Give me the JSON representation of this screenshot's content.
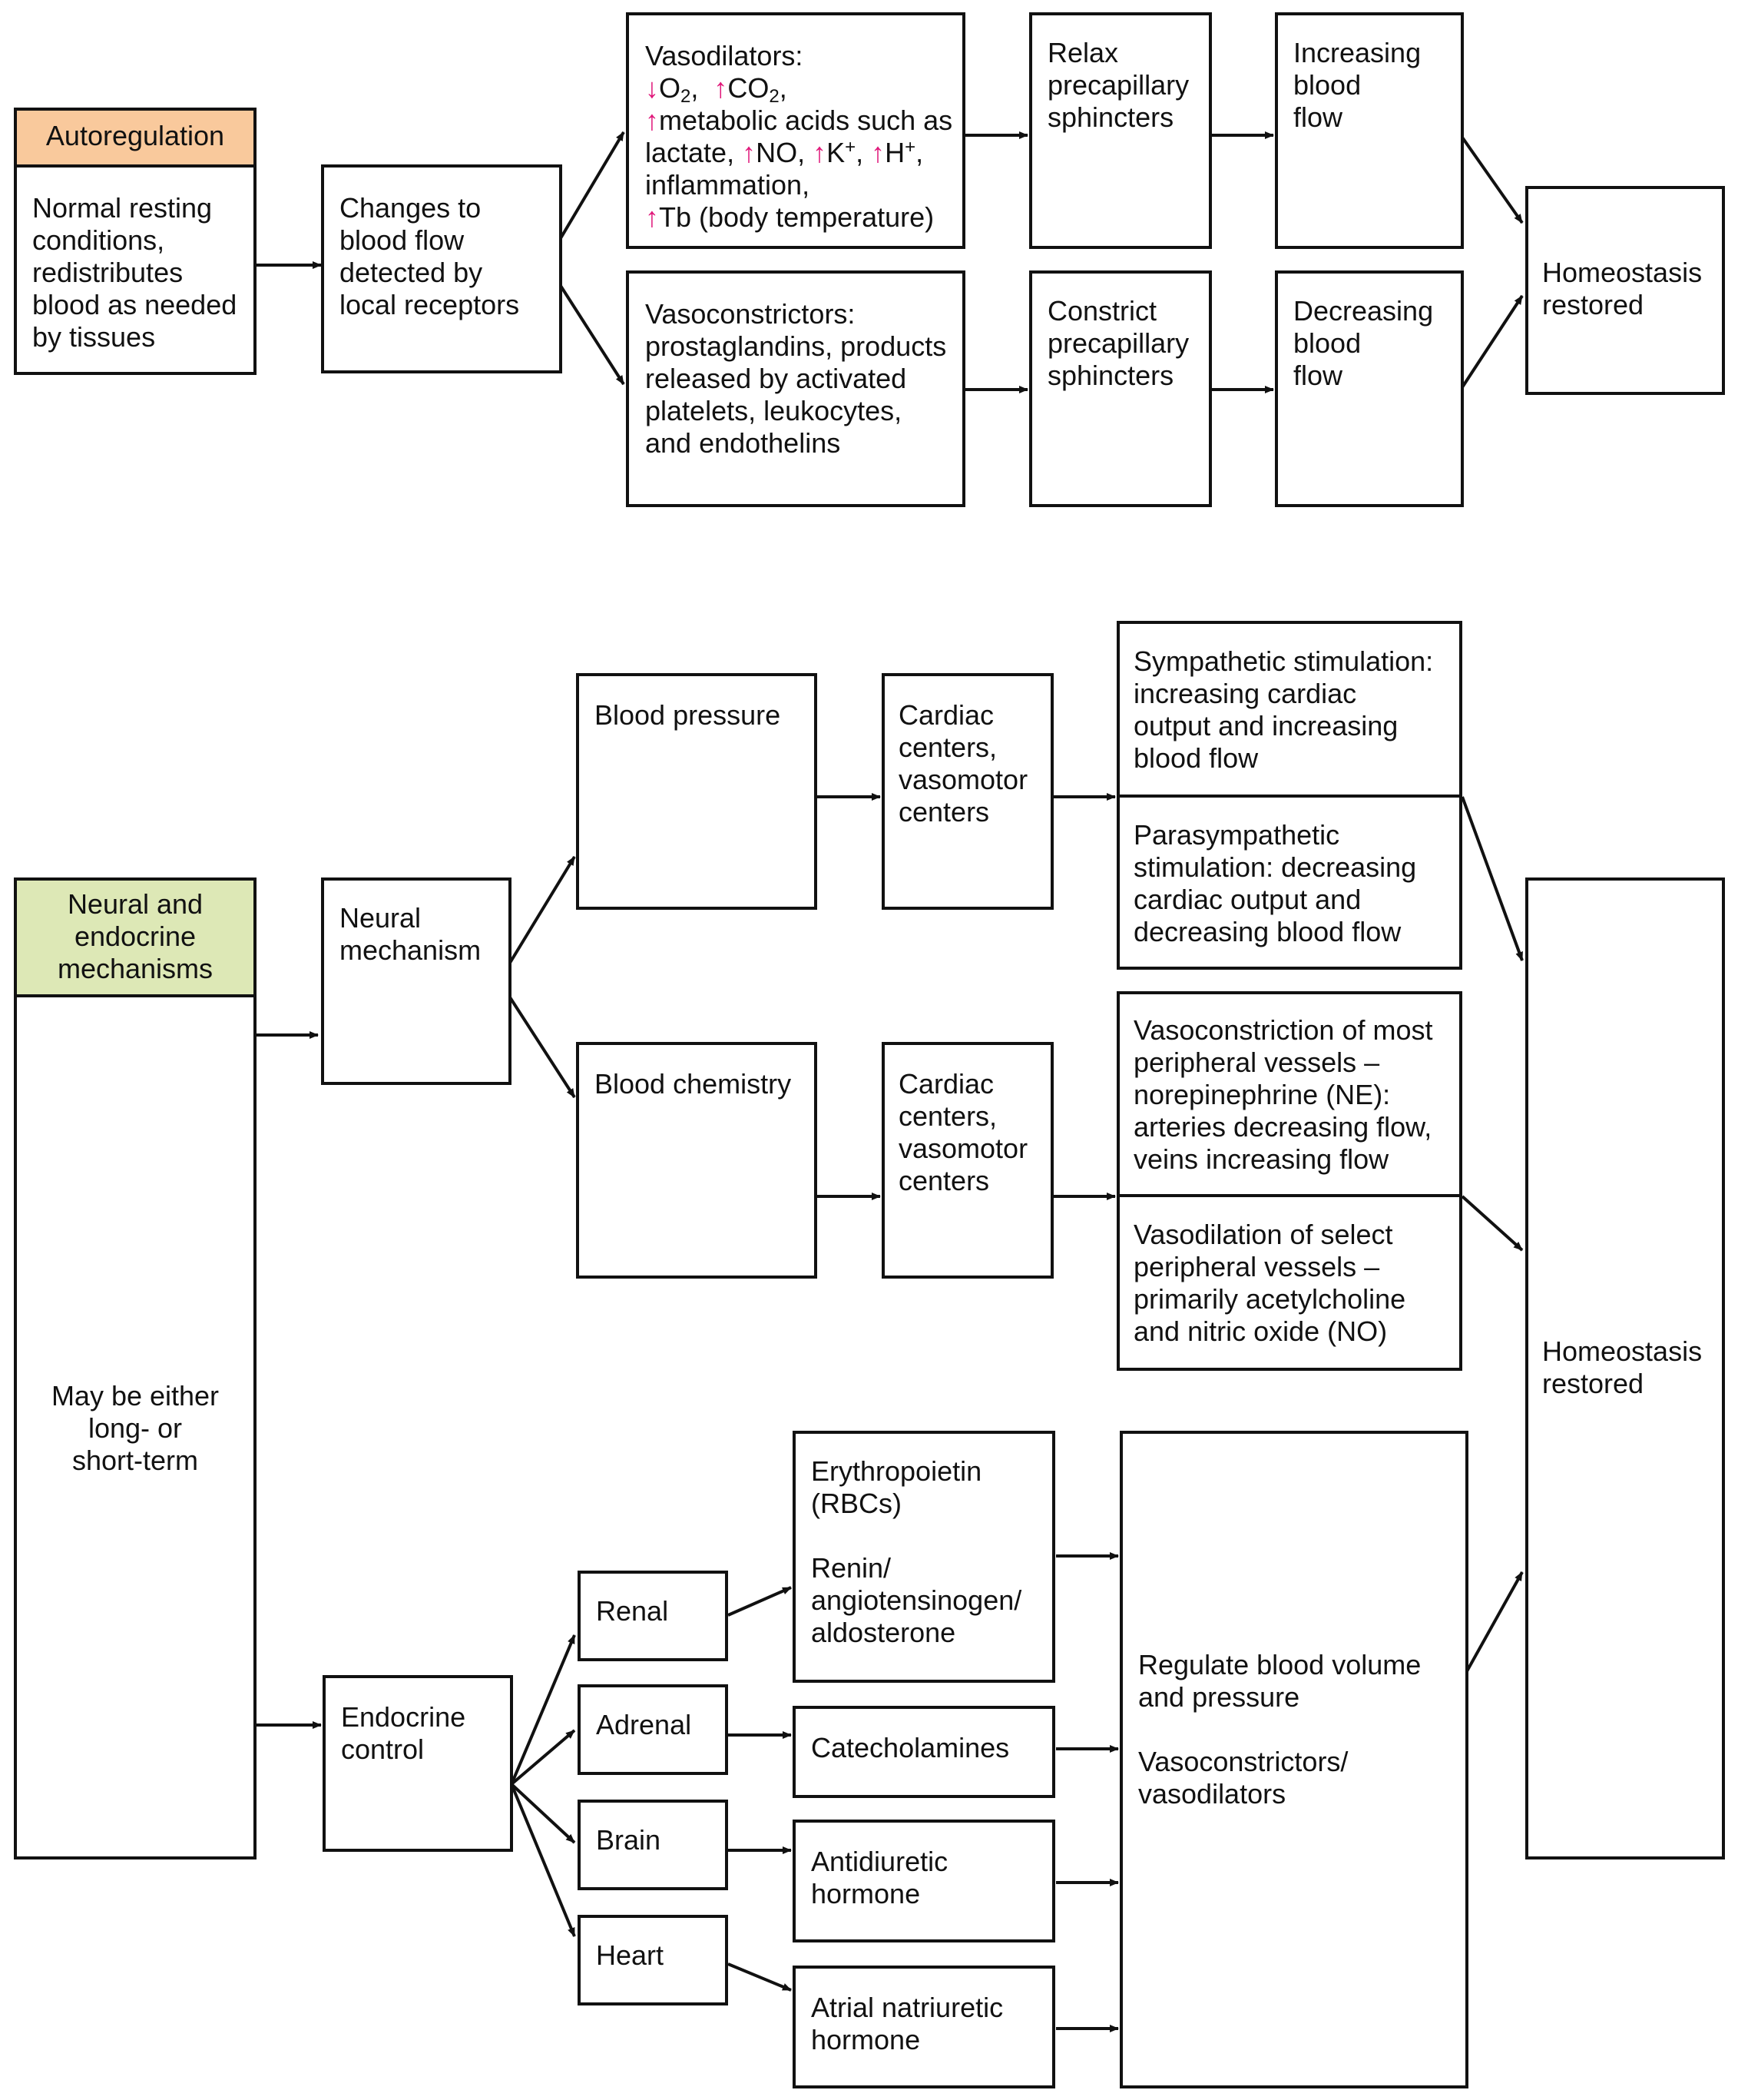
{
  "colors": {
    "autoregulation_header": "#f9c99c",
    "neural_header": "#dde8b6",
    "arrow_marker": "#e0187a",
    "line": "#111111"
  },
  "autoregulation": {
    "header": "Autoregulation",
    "description": "Normal resting\nconditions,\nredistributes\nblood as needed\nby tissues",
    "detect": "Changes to\nblood flow\ndetected by\nlocal receptors",
    "vasodilators": {
      "line1": "Vasodilators:",
      "o2": "O",
      "o2_sub": "2",
      "co2": "CO",
      "co2_sub": "2",
      "line3": "metabolic acids such as",
      "line4_lactate": "lactate, ",
      "no": "NO, ",
      "k": "K",
      "k_sup": "+",
      "h": "H",
      "h_sup": "+",
      "line5": "inflammation,",
      "tb": "Tb (body temperature)"
    },
    "vasoconstrictors": "Vasoconstrictors:\nprostaglandins, products\nreleased by activated\nplatelets, leukocytes,\nand endothelins",
    "relax": "Relax\nprecapillary\nsphincters",
    "constrict": "Constrict\nprecapillary\nsphincters",
    "increasing": "Increasing\nblood\nflow",
    "decreasing": "Decreasing\nblood\nflow",
    "homeostasis": "Homeostasis\nrestored"
  },
  "neural": {
    "header": "Neural and\nendocrine\nmechanisms",
    "description": "May be either\nlong- or\nshort-term",
    "neural_mechanism": "Neural\nmechanism",
    "blood_pressure": "Blood pressure",
    "blood_chemistry": "Blood chemistry",
    "cardiac_centers_1": "Cardiac\ncenters,\nvasomotor\ncenters",
    "cardiac_centers_2": "Cardiac\ncenters,\nvasomotor\ncenters",
    "sympathetic": "Sympathetic stimulation:\nincreasing cardiac\noutput and increasing\nblood flow",
    "parasympathetic": "Parasympathetic\nstimulation: decreasing\ncardiac output and\ndecreasing blood flow",
    "vasoconstriction": "Vasoconstriction of most\nperipheral vessels –\nnorepinephrine (NE):\narteries decreasing flow,\nveins increasing flow",
    "vasodilation": "Vasodilation of select\nperipheral vessels –\nprimarily acetylcholine\nand nitric oxide (NO)",
    "homeostasis": "Homeostasis\nrestored",
    "endocrine_control": "Endocrine\ncontrol",
    "renal": "Renal",
    "adrenal": "Adrenal",
    "brain": "Brain",
    "heart": "Heart",
    "erythropoietin": "Erythropoietin\n(RBCs)\n\nRenin/\nangiotensinogen/\naldosterone",
    "catecholamines": "Catecholamines",
    "antidiuretic": "Antidiuretic\nhormone",
    "atrial": "Atrial natriuretic\nhormone",
    "regulate": "Regulate blood volume\nand pressure\n\nVasoconstrictors/\nvasodilators"
  }
}
